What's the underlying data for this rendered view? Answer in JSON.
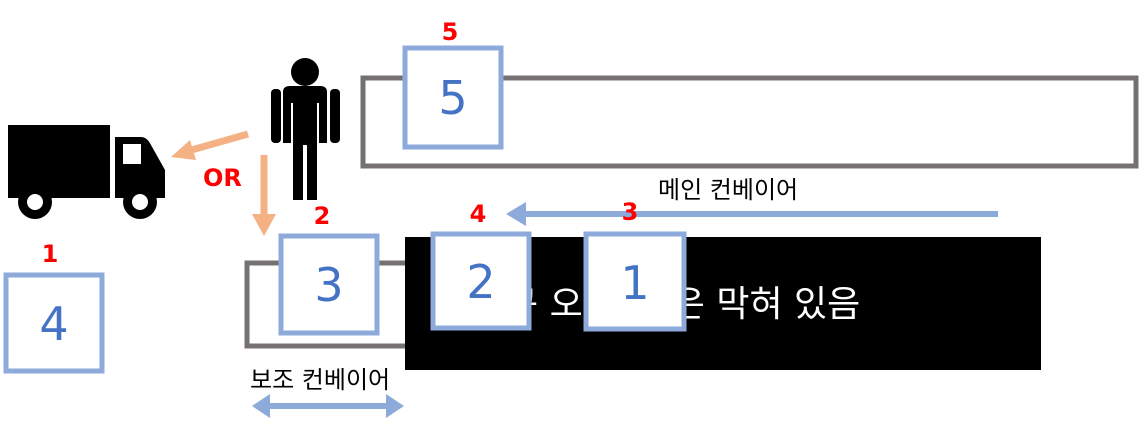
{
  "labels": {
    "main_conveyor": "메인 컨베이어",
    "sub_conveyor": "보조 컨베이어",
    "blocked_notice": "구 오   쪽 면은 막혀 있음",
    "or": "OR"
  },
  "boxes": [
    {
      "id": "box-5",
      "number": "5",
      "tag": "5"
    },
    {
      "id": "box-3",
      "number": "3",
      "tag": "2"
    },
    {
      "id": "box-2",
      "number": "2",
      "tag": "4"
    },
    {
      "id": "box-1",
      "number": "1",
      "tag": "3"
    },
    {
      "id": "box-4",
      "number": "4",
      "tag": "1"
    }
  ],
  "icons": {
    "worker": "person-icon",
    "truck": "truck-icon"
  },
  "colors": {
    "box_border": "#8eaadb",
    "box_number": "#4472c4",
    "red_tag": "#ff0000",
    "orange_arrow": "#f4b183",
    "blue_arrow": "#8eaadb",
    "conveyor_border": "#767171",
    "blocked_area": "#000000"
  }
}
